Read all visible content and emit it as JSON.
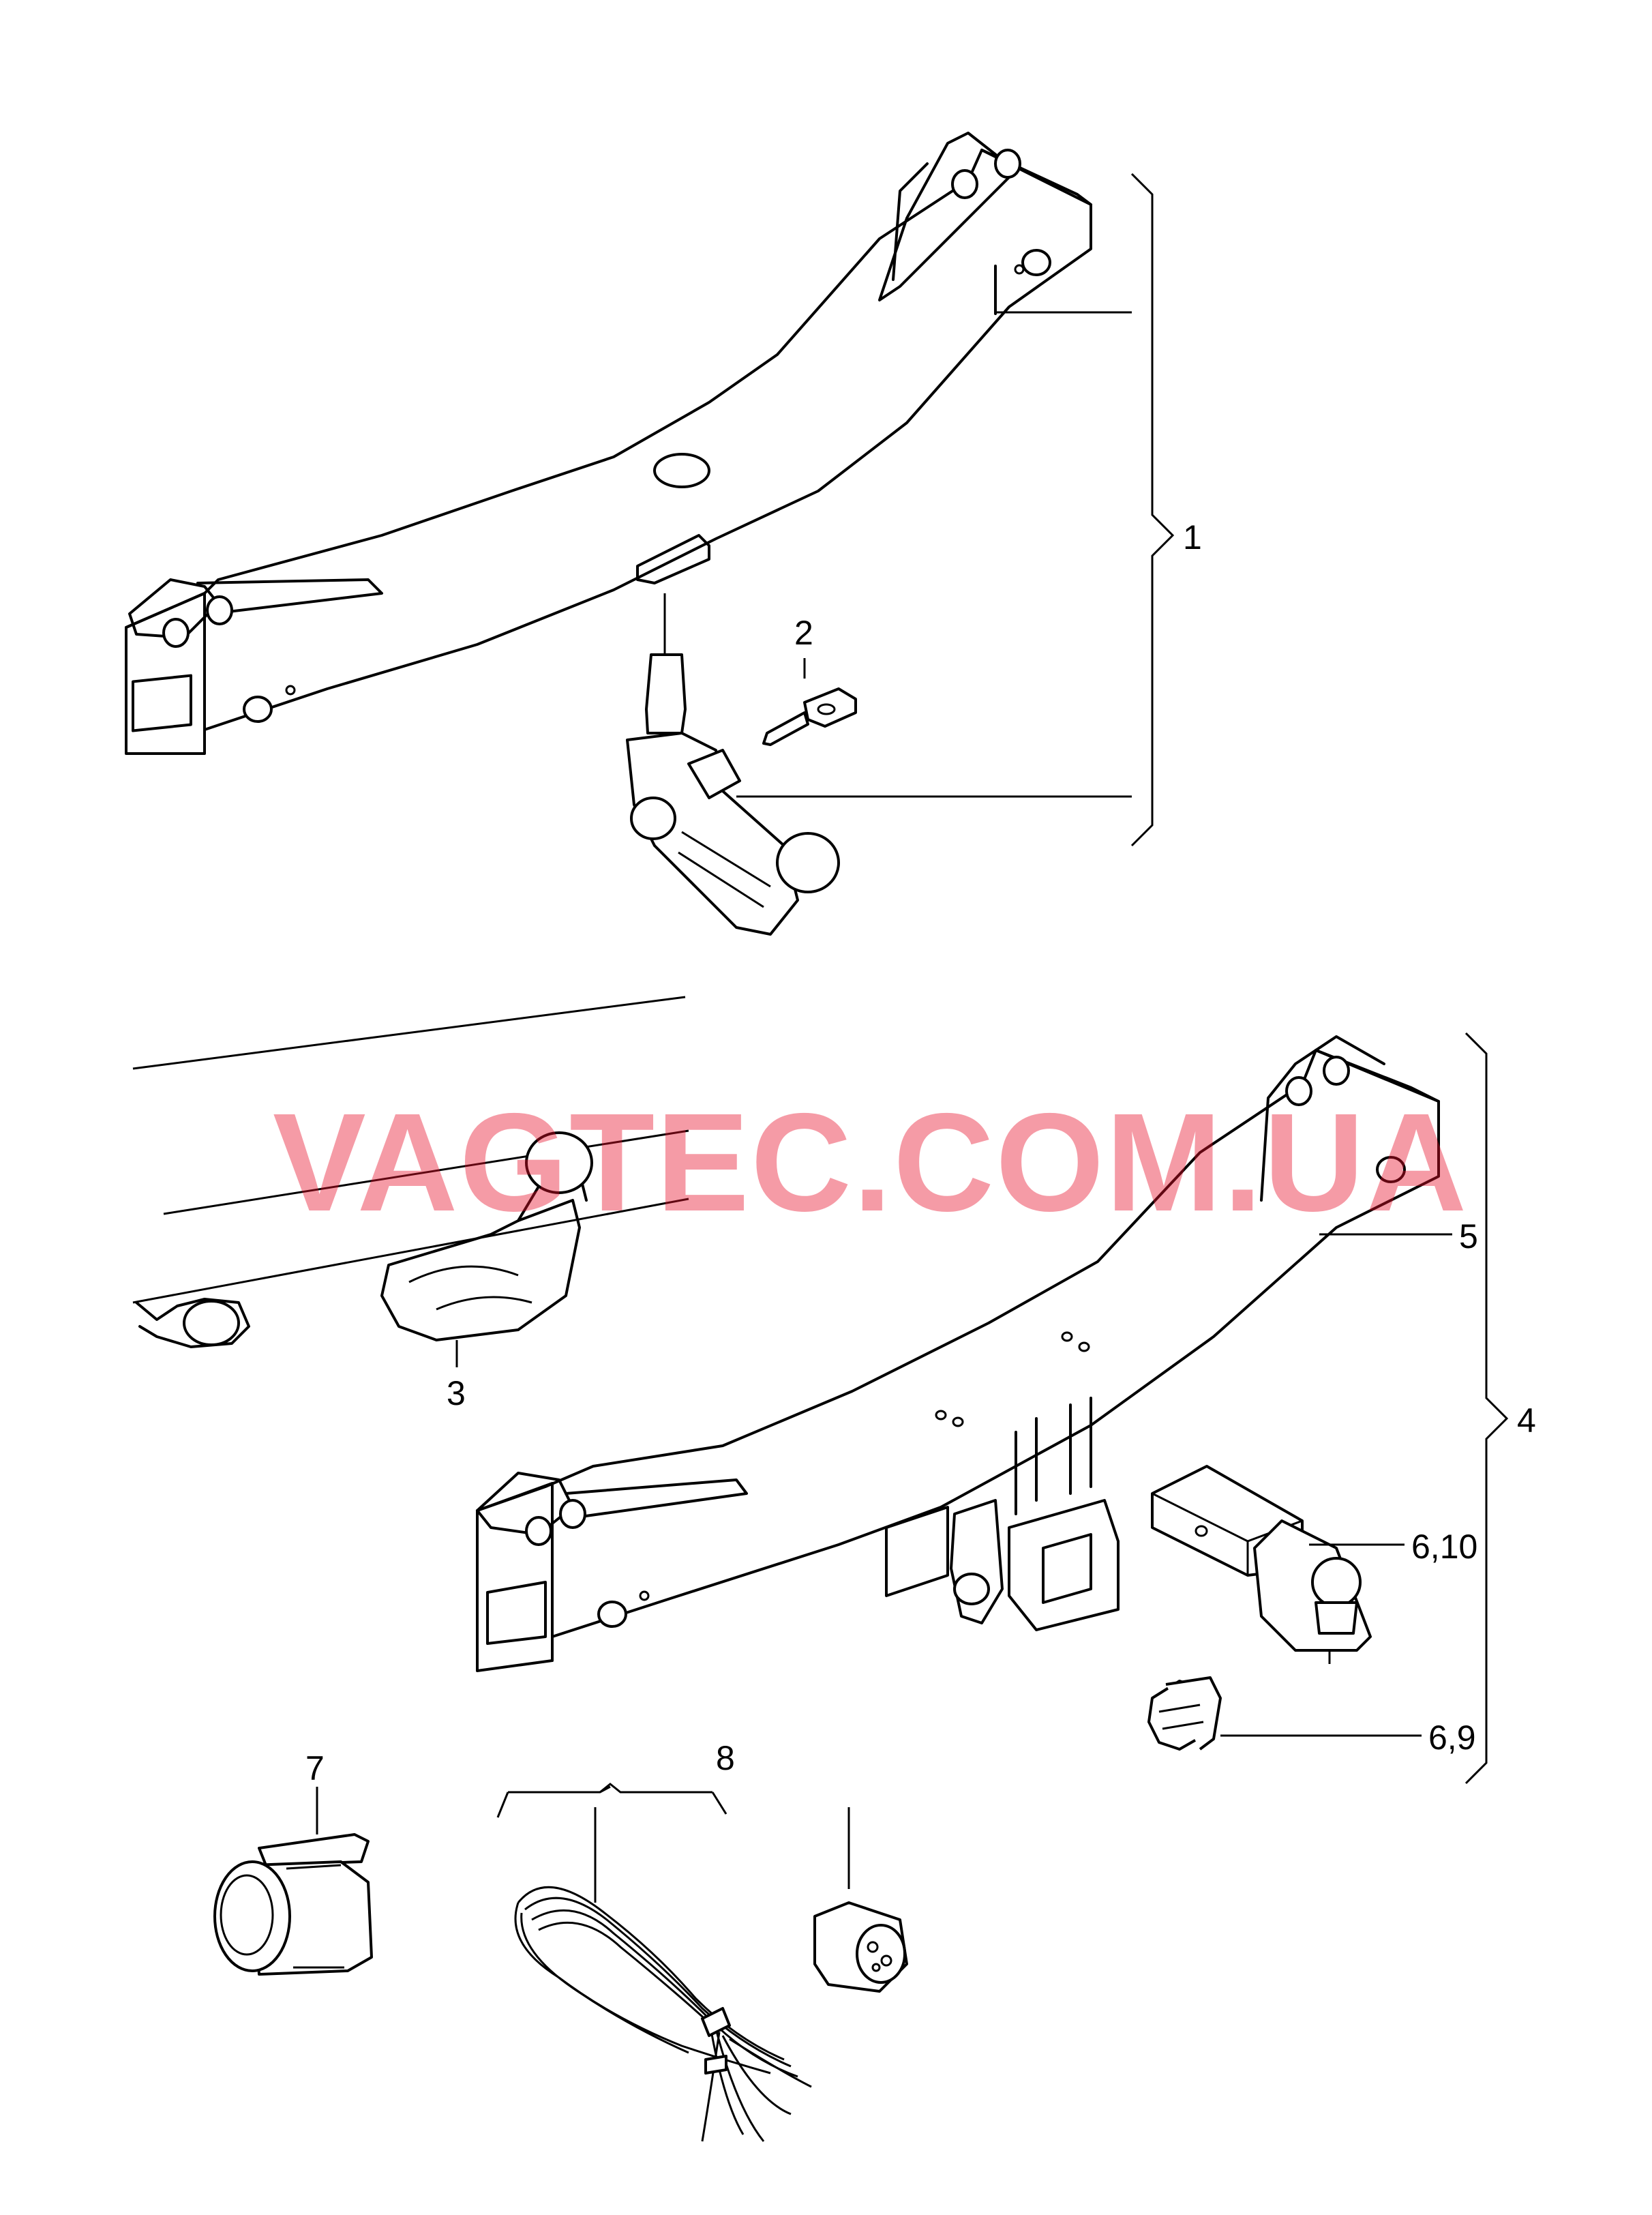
{
  "watermark": {
    "text": "VAGTEC.COM.UA",
    "color": "#e8102a"
  },
  "callouts": [
    {
      "id": "c1",
      "label": "1"
    },
    {
      "id": "c2",
      "label": "2"
    },
    {
      "id": "c3",
      "label": "3"
    },
    {
      "id": "c4",
      "label": "4"
    },
    {
      "id": "c5",
      "label": "5"
    },
    {
      "id": "c6_10",
      "label": "6,10"
    },
    {
      "id": "c6_9",
      "label": "6,9"
    },
    {
      "id": "c7",
      "label": "7"
    },
    {
      "id": "c8",
      "label": "8"
    }
  ],
  "parts": [
    {
      "name": "detachable-towbar-crossmember",
      "callout": "1"
    },
    {
      "name": "towbar-lock-key",
      "callout": "2"
    },
    {
      "name": "swivel-ball-neck",
      "callout": "3"
    },
    {
      "name": "fixed-towbar-assembly",
      "callout": "4"
    },
    {
      "name": "hitch-crossmember",
      "callout": "5"
    },
    {
      "name": "removable-ball-mount",
      "callout": "6,10"
    },
    {
      "name": "trailer-socket-bracket",
      "callout": "6,9"
    },
    {
      "name": "trailer-socket",
      "callout": "7"
    },
    {
      "name": "wiring-harness-set",
      "callout": "8"
    }
  ]
}
